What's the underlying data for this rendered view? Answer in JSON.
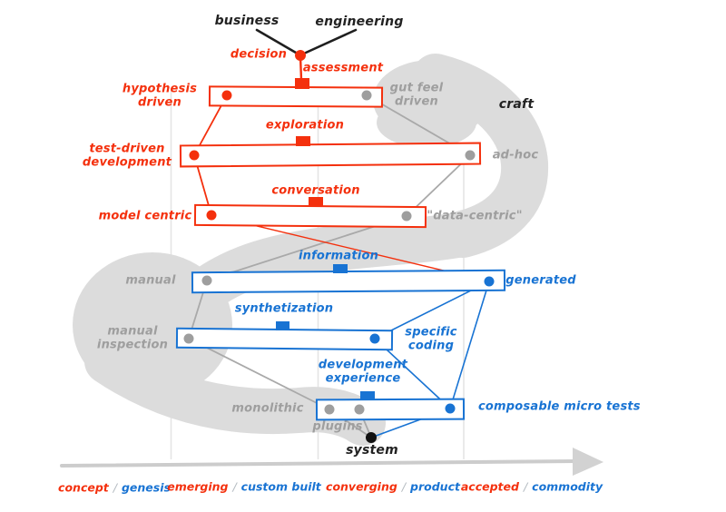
{
  "colors": {
    "red": "#f4300d",
    "blue": "#1873d3",
    "gray_text": "#9e9e9e",
    "band_gray": "#dcdcdc",
    "black": "#222222",
    "axis_gray": "#cccccc"
  },
  "labels": {
    "business": "business",
    "engineering": "engineering",
    "decision": "decision",
    "assessment": "assessment",
    "hypothesis_driven": "hypothesis\ndriven",
    "gut_feel_driven": "gut feel\ndriven",
    "craft": "craft",
    "exploration": "exploration",
    "test_driven_development": "test-driven\ndevelopment",
    "ad_hoc": "ad-hoc",
    "conversation": "conversation",
    "model_centric": "model centric",
    "data_centric": "\"data-centric\"",
    "information": "information",
    "manual": "manual",
    "generated": "generated",
    "synthetization": "synthetization",
    "manual_inspection": "manual\ninspection",
    "specific_coding": "specific\ncoding",
    "development_experience": "development\nexperience",
    "monolithic": "monolithic",
    "composable_micro_tests": "composable micro tests",
    "plugins": "plugins",
    "system": "system"
  },
  "axis": {
    "stages": [
      {
        "maturity": "concept",
        "separator": "/",
        "evolution": "genesis"
      },
      {
        "maturity": "emerging",
        "separator": "/",
        "evolution": "custom built"
      },
      {
        "maturity": "converging",
        "separator": "/",
        "evolution": "product"
      },
      {
        "maturity": "accepted",
        "separator": "/",
        "evolution": "commodity"
      }
    ]
  }
}
